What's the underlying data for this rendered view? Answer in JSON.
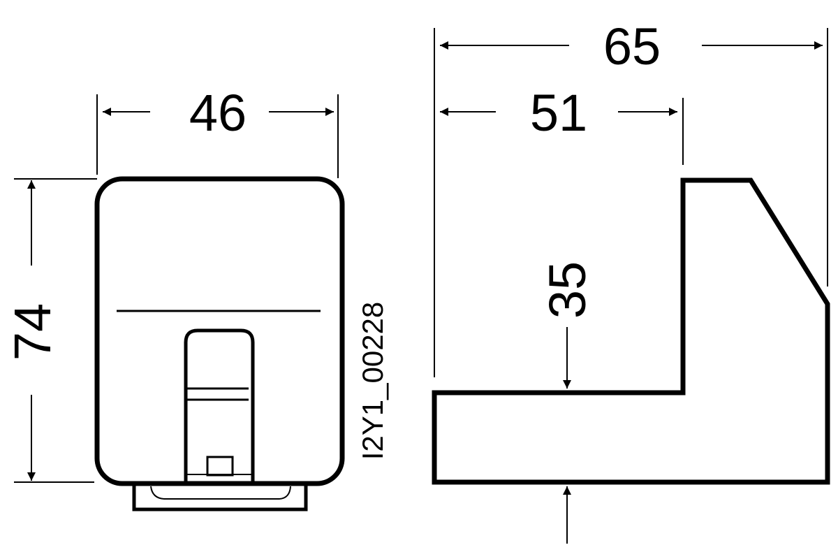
{
  "drawing": {
    "dimensions": {
      "front_width": "46",
      "front_height": "74",
      "side_total_width": "65",
      "side_partial_width": "51",
      "side_base_height": "35"
    },
    "drawing_code": "I2Y1_00228",
    "colors": {
      "line": "#000000",
      "background": "#ffffff"
    }
  }
}
